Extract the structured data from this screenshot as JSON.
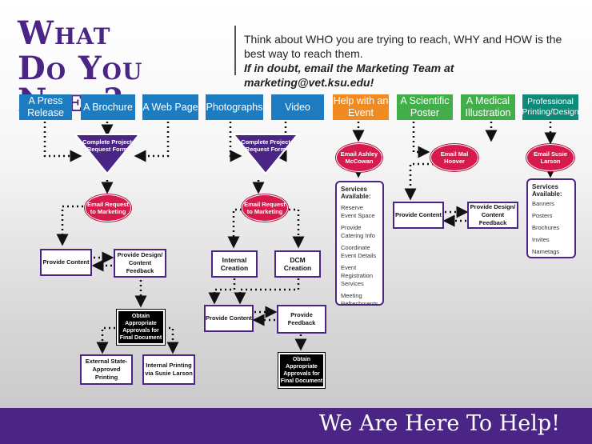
{
  "title": {
    "line1": "What",
    "line2": "Do You Need?"
  },
  "intro": {
    "text": "Think about WHO you are trying to reach, WHY and HOW is the best way to reach them.",
    "emphasis": "If in doubt, email the Marketing Team at marketing@vet.ksu.edu!"
  },
  "headers": {
    "press": "A Press Release",
    "brochure": "A Brochure",
    "webpage": "A Web Page",
    "photographs": "Photographs",
    "video": "Video",
    "event": "Help with an Event",
    "poster": "A Scientific Poster",
    "medical": "A Medical Illustration",
    "professional": "Professional Printing/Design"
  },
  "flow_left": {
    "form": "Complete Project Request Form",
    "email": "Email Request to Marketing",
    "provide_content": "Provide Content",
    "provide_design": "Provide Design/ Content Feedback",
    "approvals": "Obtain Appropriate Approvals for Final Document",
    "external": "External State-Approved Printing",
    "internal_printing": "Internal Printing via Susie Larson"
  },
  "flow_mid": {
    "form": "Complete Project Request Form",
    "email": "Email Request to Marketing",
    "internal_creation": "Internal Creation",
    "dcm_creation": "DCM Creation",
    "provide_content": "Provide Content",
    "provide_feedback": "Provide Feedback",
    "approvals": "Obtain Appropriate Approvals for Final Document"
  },
  "event": {
    "email": "Email Ashley McCowan",
    "services_header": "Services Available:",
    "services": [
      "Reserve Event Space",
      "Provide Catering Info",
      "Coordinate Event Details",
      "Event Registration Services",
      "Meeting Refreshments"
    ]
  },
  "poster": {
    "email": "Email Mal Hoover",
    "provide_content": "Provide Content",
    "provide_design": "Provide Design/ Content Feedback"
  },
  "professional": {
    "email": "Email Susie Larson",
    "services_header": "Services Available:",
    "services": [
      "Banners",
      "Posters",
      "Brochures",
      "Invites",
      "Nametags"
    ]
  },
  "footer": {
    "text": "We Are Here To Help!"
  },
  "colors": {
    "purple": "#4b2586",
    "blue": "#1d7bbf",
    "orange": "#f18a21",
    "green": "#42ae49",
    "teal": "#0d8a78",
    "red": "#d61a4c"
  }
}
